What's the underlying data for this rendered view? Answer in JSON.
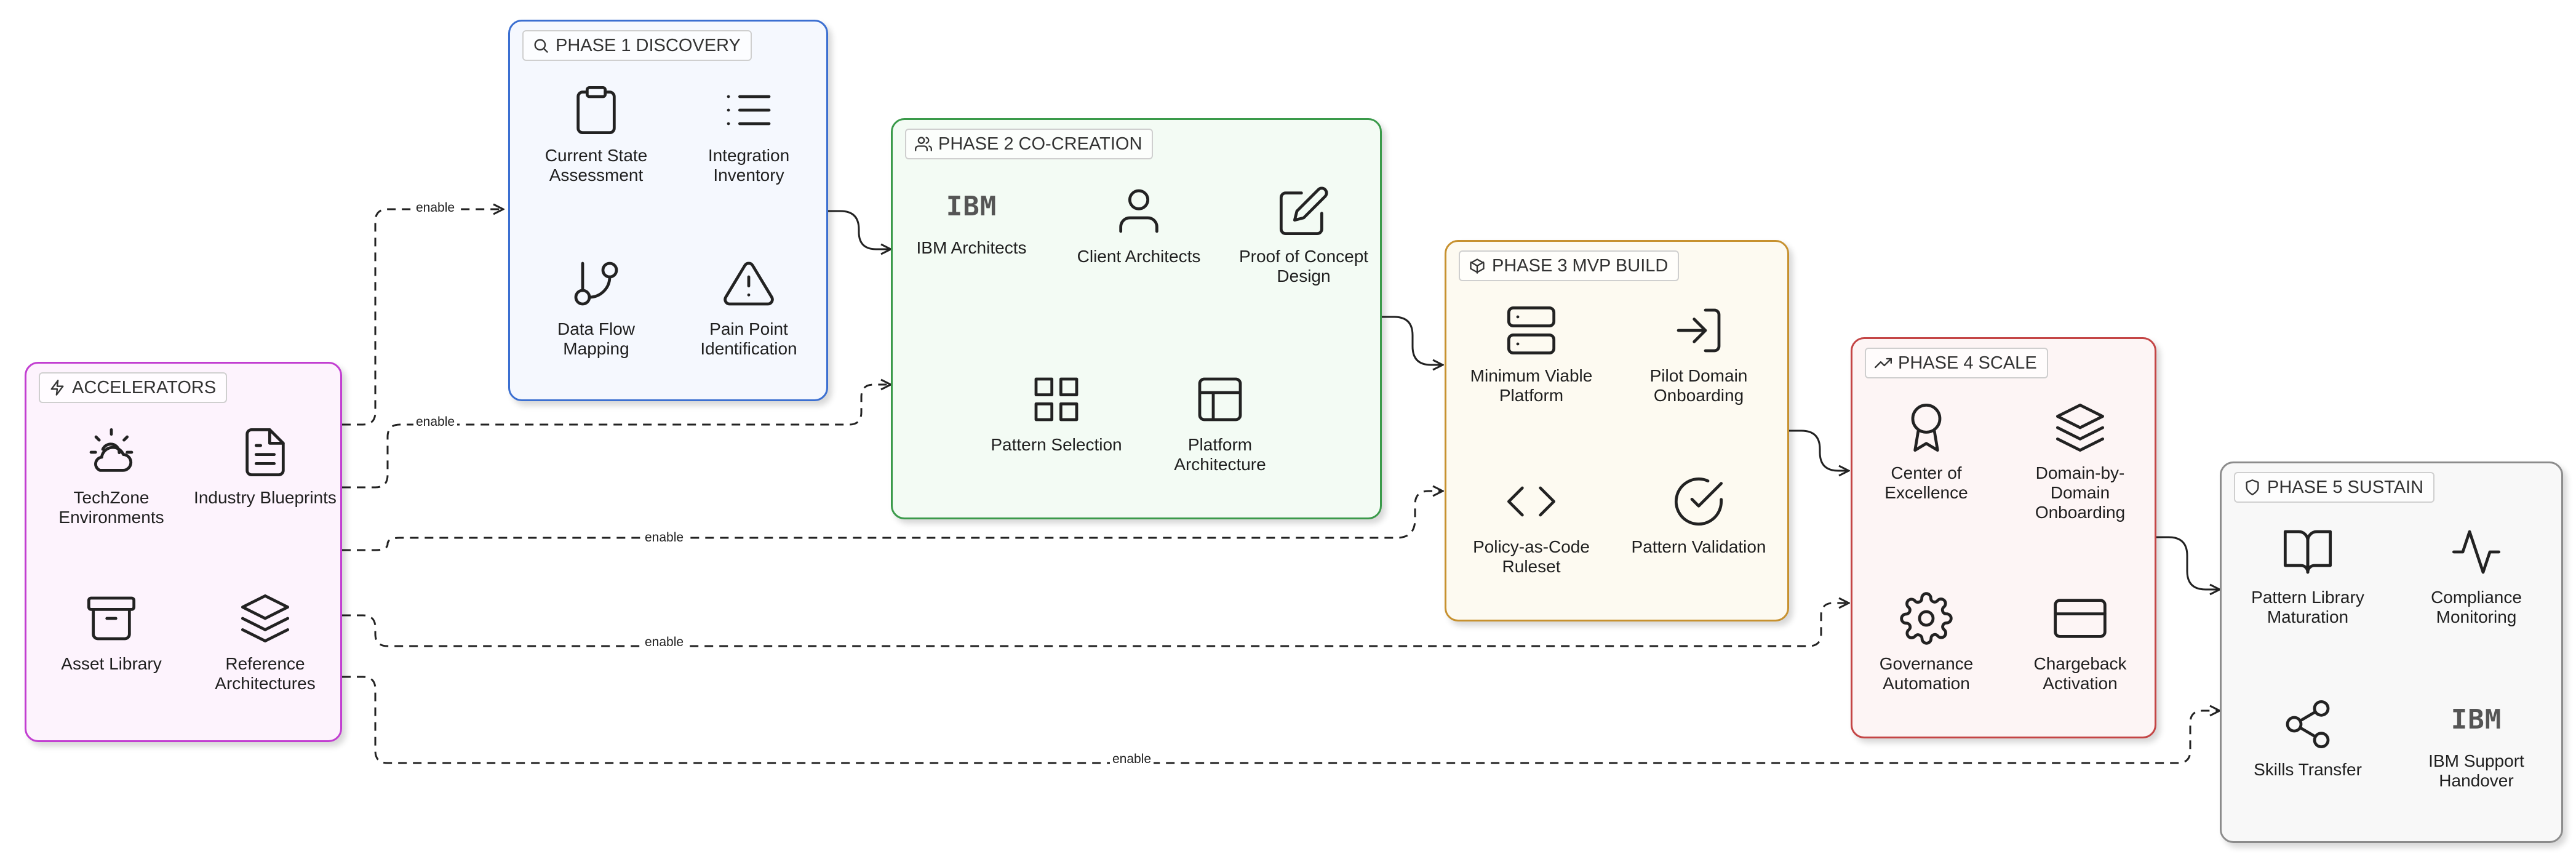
{
  "accelerators": {
    "title": "ACCELERATORS",
    "items": [
      "TechZone Environments",
      "Industry Blueprints",
      "Asset Library",
      "Reference Architectures"
    ]
  },
  "phase1": {
    "title": "PHASE 1 DISCOVERY",
    "items": [
      "Current State Assessment",
      "Integration Inventory",
      "Data Flow Mapping",
      "Pain Point Identification"
    ]
  },
  "phase2": {
    "title": "PHASE 2 CO-CREATION",
    "items": [
      "IBM Architects",
      "Client Architects",
      "Proof of Concept Design",
      "Pattern Selection",
      "Platform Architecture"
    ]
  },
  "phase3": {
    "title": "PHASE 3 MVP BUILD",
    "items": [
      "Minimum Viable Platform",
      "Pilot Domain Onboarding",
      "Policy-as-Code Ruleset",
      "Pattern Validation"
    ]
  },
  "phase4": {
    "title": "PHASE 4 SCALE",
    "items": [
      "Center of Excellence",
      "Domain-by-Domain Onboarding",
      "Governance Automation",
      "Chargeback Activation"
    ]
  },
  "phase5": {
    "title": "PHASE 5 SUSTAIN",
    "items": [
      "Pattern Library Maturation",
      "Compliance Monitoring",
      "Skills Transfer",
      "IBM Support Handover"
    ]
  },
  "logo_text": "IBM",
  "connector_label": "enable",
  "colors": {
    "accelerators": "#c23ed1",
    "phase1": "#3b6fd1",
    "phase2": "#3a9a4a",
    "phase3": "#c7912f",
    "phase4": "#c44545",
    "phase5": "#8c8c8c"
  }
}
